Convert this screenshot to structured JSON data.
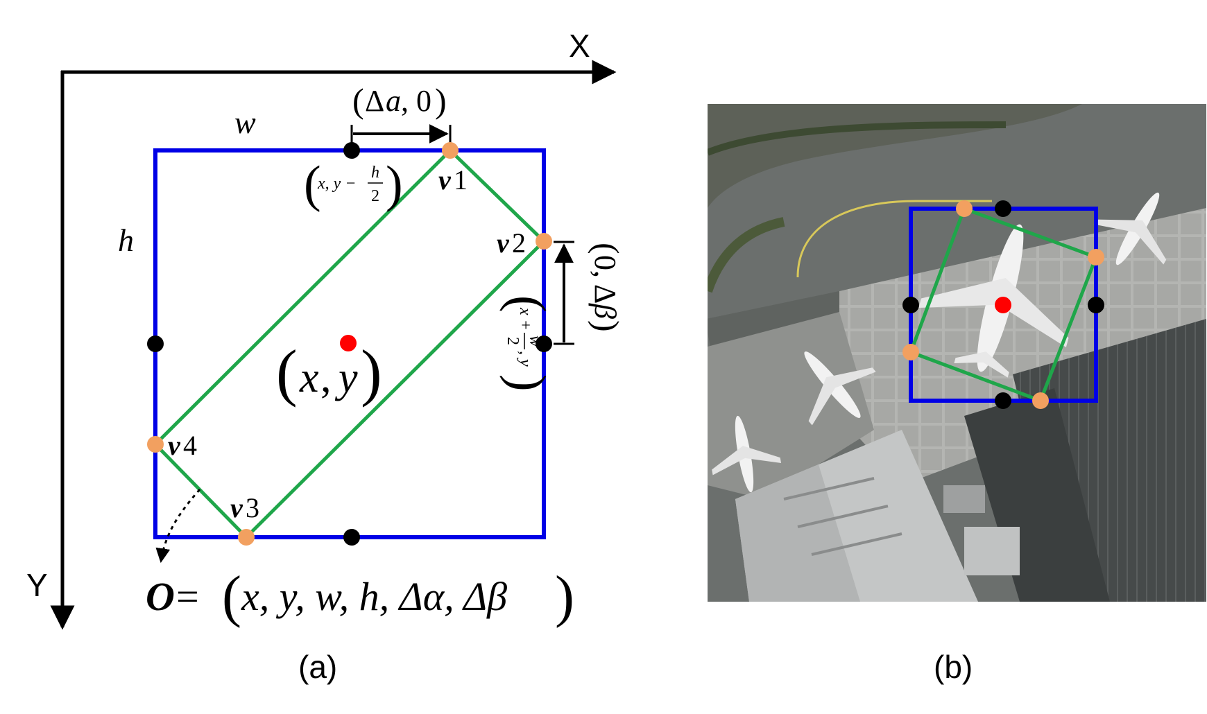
{
  "colors": {
    "box": "#0000e6",
    "quad": "#1fa64a",
    "vertex": "#f2a060",
    "midpoint": "#000000",
    "center": "#ff0000",
    "axis": "#000000",
    "tarmac": "#6b6f6d",
    "apron": "#a9aaa7",
    "roof_light": "#c9cbcb",
    "roof_dark": "#3f4343",
    "grass": "#4c5a3a",
    "curb": "#d8c85a"
  },
  "axes": {
    "x_label": "X",
    "y_label": "Y"
  },
  "box_labels": {
    "w": "w",
    "h": "h"
  },
  "center_label": {
    "open": "(",
    "x": "x",
    "comma": ", ",
    "y": "y",
    "close": ")"
  },
  "offsets": {
    "alpha": {
      "open": "(",
      "delta": "Δ",
      "var": "a",
      "rest": ", 0",
      "close": ")"
    },
    "beta": {
      "open": "(",
      "zero": "0, ",
      "delta": "Δ",
      "var": "β",
      "close": ")"
    }
  },
  "midpoints": {
    "top": {
      "open": "(",
      "expr": "x, y −",
      "num": "h",
      "den": "2",
      "close": ")"
    },
    "right": {
      "open": "(",
      "expr_a": "x +",
      "num": "w",
      "den": "2",
      "expr_b": ", y",
      "close": ")"
    }
  },
  "vertices": [
    {
      "bold": "v",
      "num": "1"
    },
    {
      "bold": "v",
      "num": "2"
    },
    {
      "bold": "v",
      "num": "3"
    },
    {
      "bold": "v",
      "num": "4"
    }
  ],
  "formula": {
    "lhs": "O",
    "eq": " = ",
    "open": "(",
    "body": "x, y, w, h, Δα, Δβ",
    "close": ")"
  },
  "captions": {
    "a": "(a)",
    "b": "(b)"
  },
  "icons": {
    "axis_arrow": "arrowhead-icon",
    "offset_arrow": "arrow-icon"
  }
}
